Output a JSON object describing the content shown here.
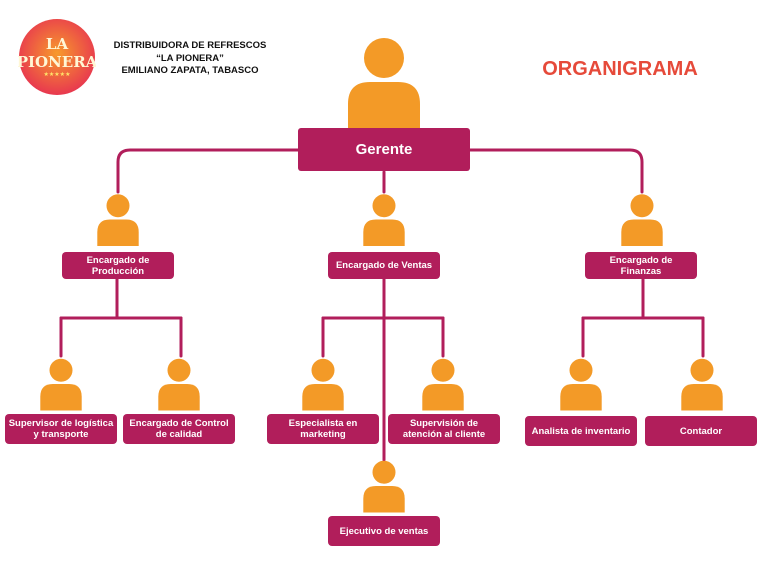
{
  "header": {
    "logo_text_line1": "LA",
    "logo_text_line2": "PIONERA",
    "logo_stars": "★★★★★",
    "company_line1": "DISTRIBUIDORA DE REFRESCOS",
    "company_line2": "“LA PIONERA”",
    "company_line3": "EMILIANO ZAPATA, TABASCO",
    "title": "ORGANIGRAMA"
  },
  "colors": {
    "box": "#b11e5b",
    "person": "#f39a27",
    "line": "#b11e5b",
    "title": "#e64a3a",
    "logo_bg": "#f2722a"
  },
  "nodes": {
    "gerente": "Gerente",
    "produccion": "Encargado de Producción",
    "ventas": "Encargado de Ventas",
    "finanzas": "Encargado de Finanzas",
    "supervisor_logistica": "Supervisor de logística y transporte",
    "control_calidad": "Encargado de Control de calidad",
    "especialista_marketing": "Especialista en marketing",
    "supervision_atencion": "Supervisión de atención al cliente",
    "ejecutivo_ventas": "Ejecutivo de ventas",
    "analista_inventario": "Analista de inventario",
    "contador": "Contador"
  }
}
